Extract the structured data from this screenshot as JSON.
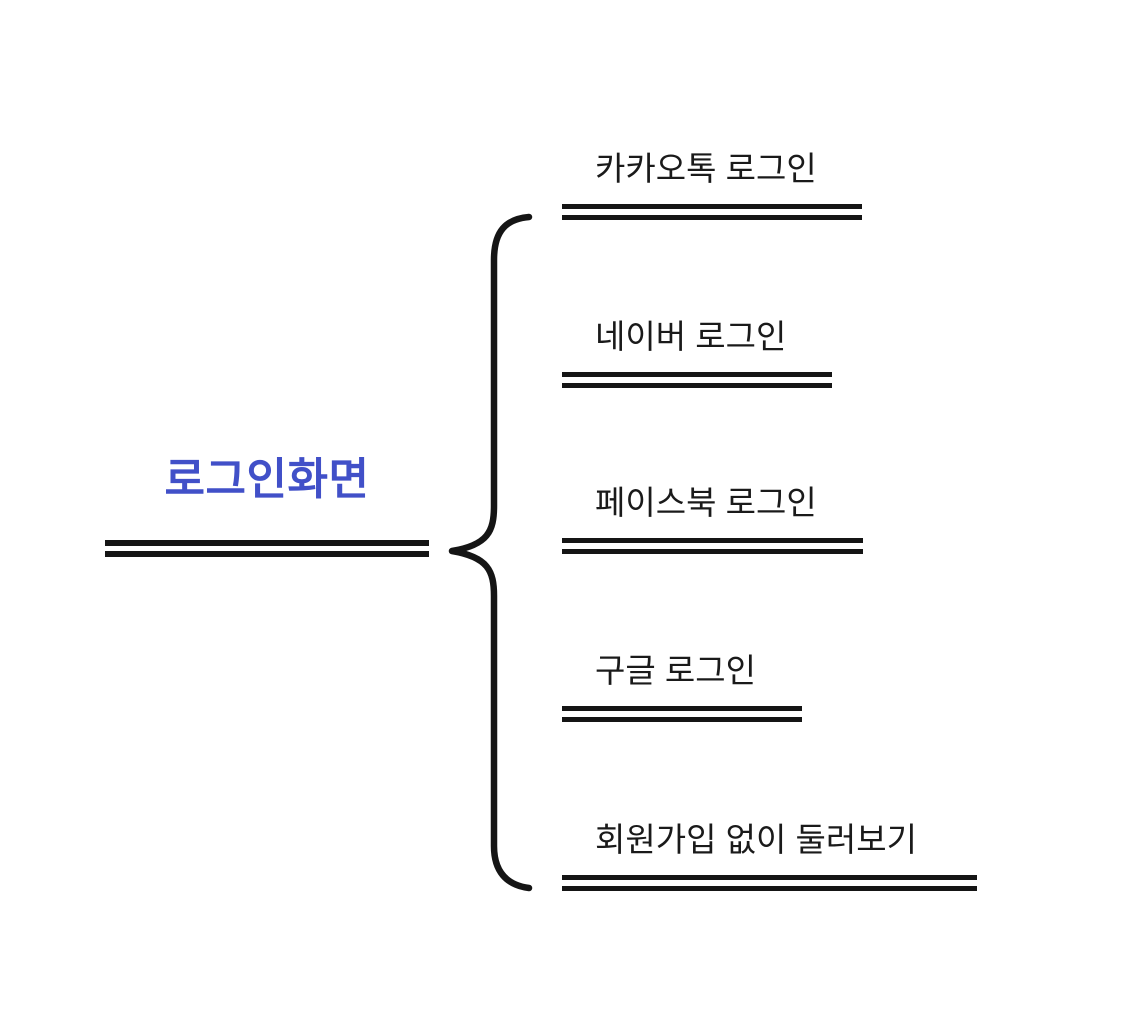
{
  "diagram": {
    "type": "mindmap",
    "root": {
      "label": "로그인화면",
      "text_color": "#4150c8"
    },
    "children": [
      {
        "label": "카카오톡 로그인"
      },
      {
        "label": "네이버 로그인"
      },
      {
        "label": "페이스북 로그인"
      },
      {
        "label": "구글 로그인"
      },
      {
        "label": "회원가입 없이 둘러보기"
      }
    ],
    "connector": {
      "shape": "curly-brace",
      "color": "#151515"
    },
    "line_color": "#151515",
    "background_color": "#ffffff"
  }
}
